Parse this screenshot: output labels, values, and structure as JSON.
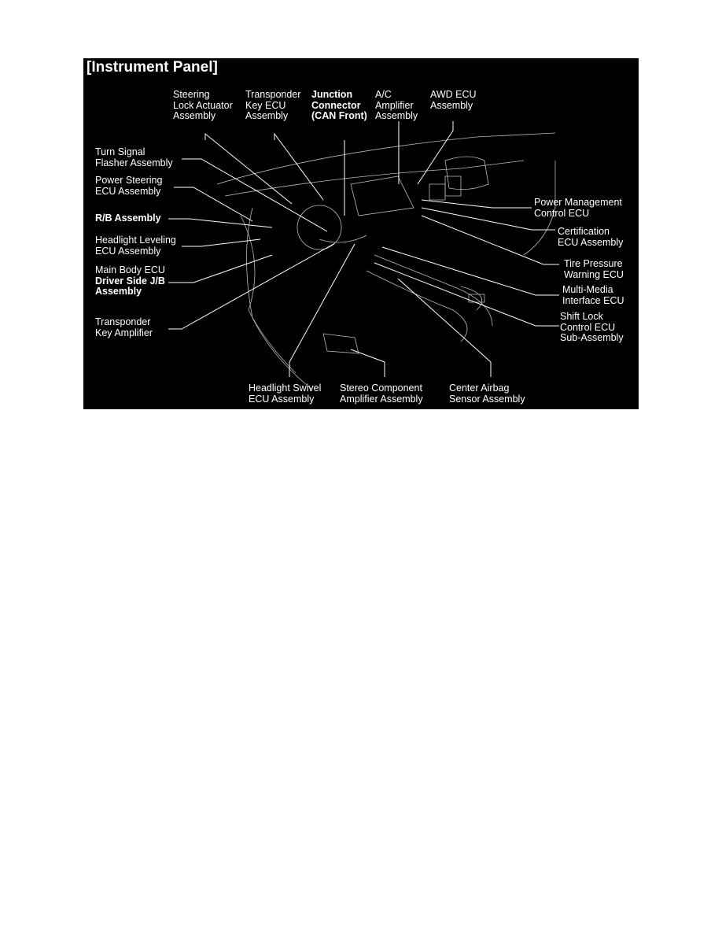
{
  "diagram": {
    "title": "[Instrument Panel]",
    "labels": {
      "steering_lock": [
        "Steering",
        "Lock Actuator",
        "Assembly"
      ],
      "transponder_key_ecu": [
        "Transponder",
        "Key ECU",
        "Assembly"
      ],
      "junction_connector": [
        "Junction",
        "Connector",
        "(CAN Front)"
      ],
      "ac_amplifier": [
        "A/C",
        "Amplifier",
        "Assembly"
      ],
      "awd_ecu": [
        "AWD ECU",
        "Assembly"
      ],
      "turn_signal": [
        "Turn Signal",
        "Flasher Assembly"
      ],
      "power_steering": [
        "Power Steering",
        "ECU Assembly"
      ],
      "rb_assembly": [
        "R/B Assembly"
      ],
      "headlight_leveling": [
        "Headlight Leveling",
        "ECU Assembly"
      ],
      "main_body": [
        "Main Body ECU",
        "Driver Side J/B",
        "Assembly"
      ],
      "transponder_key_amp": [
        "Transponder",
        "Key Amplifier"
      ],
      "power_management": [
        "Power Management",
        "Control ECU"
      ],
      "certification": [
        "Certification",
        "ECU Assembly"
      ],
      "tire_pressure": [
        "Tire Pressure",
        "Warning ECU"
      ],
      "multimedia": [
        "Multi-Media",
        "Interface ECU"
      ],
      "shift_lock": [
        "Shift Lock",
        "Control ECU",
        "Sub-Assembly"
      ],
      "headlight_swivel": [
        "Headlight Swivel",
        "ECU Assembly"
      ],
      "stereo_amp": [
        "Stereo Component",
        "Amplifier Assembly"
      ],
      "center_airbag": [
        "Center Airbag",
        "Sensor Assembly"
      ]
    }
  }
}
